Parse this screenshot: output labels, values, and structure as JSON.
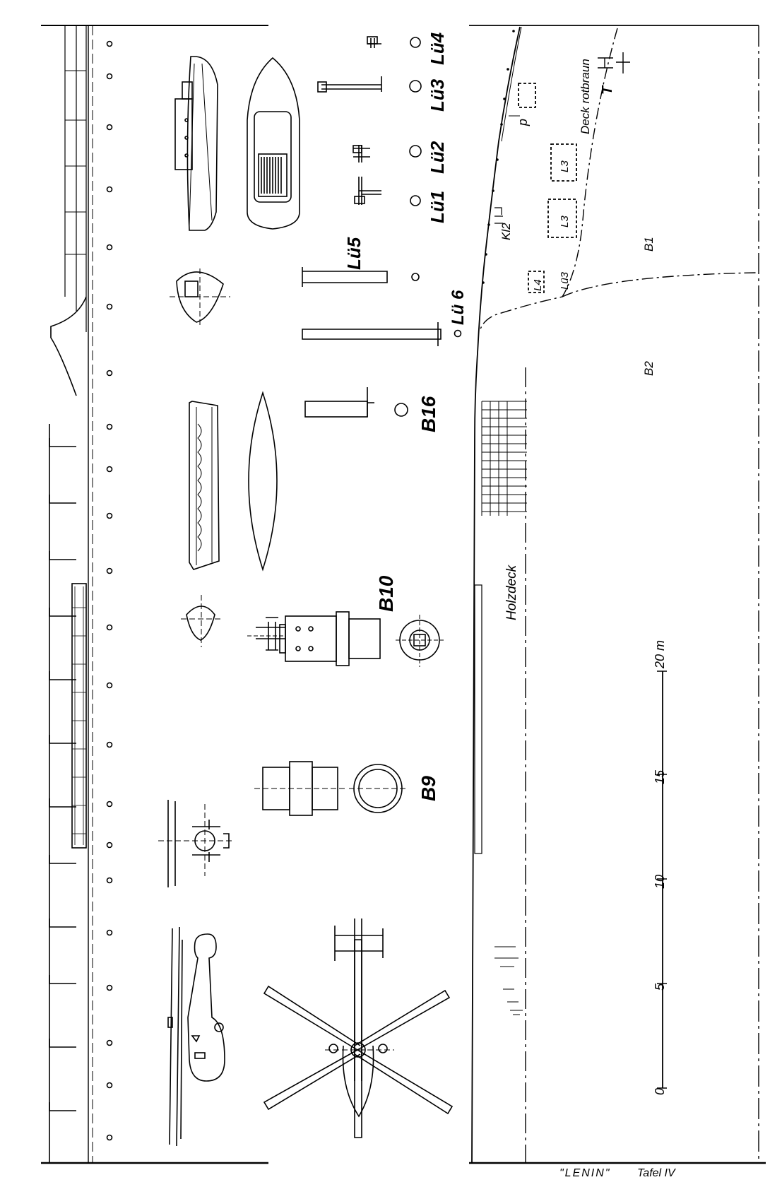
{
  "plate": {
    "title": "\"LENIN\"",
    "plate_label": "Tafel IV"
  },
  "fittings": {
    "lu1": "Lü1",
    "lu2": "Lü2",
    "lu3": "Lü3",
    "lu4": "Lü4",
    "lu5": "Lü5",
    "lu6": "Lü 6",
    "b16": "B16",
    "b10": "B10",
    "b9": "B9"
  },
  "deck_plan": {
    "deck_color_note": "Deck rotbraun",
    "t_mark": "T",
    "p_mark": "p",
    "kl2": "Kl2",
    "lu3_small": "Lü3",
    "l4": "L4",
    "l3_a": "L3",
    "l3_b": "L3",
    "b1": "B1",
    "b2": "B2",
    "holzdeck": "Holzdeck"
  },
  "scale_bar": {
    "unit_label": "20 m",
    "ticks": [
      "0",
      "5",
      "10",
      "15"
    ]
  }
}
